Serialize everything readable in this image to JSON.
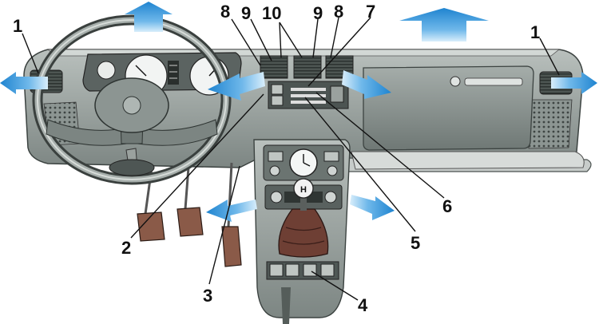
{
  "callouts": {
    "c1_left": "1",
    "c1_right": "1",
    "c2": "2",
    "c3": "3",
    "c4": "4",
    "c5": "5",
    "c6": "6",
    "c7": "7",
    "c8_left": "8",
    "c8_right": "8",
    "c9_left": "9",
    "c9_right": "9",
    "c10": "10"
  },
  "colors": {
    "airflow_arrow": "#2e8fd6",
    "airflow_arrow_light": "#9fd0f2",
    "dashboard": "#8f9894",
    "dashboard_dark": "#4a514e",
    "dashboard_light": "#c4cac7",
    "pedal": "#8a5a48",
    "shifter_boot": "#6e3f34",
    "line": "#111111"
  },
  "icons": {
    "steering": "steering-wheel-icon",
    "clock": "clock-icon",
    "shifter": "gear-shift-icon",
    "speedometer": "speedometer-icon",
    "tachometer": "tachometer-icon"
  }
}
